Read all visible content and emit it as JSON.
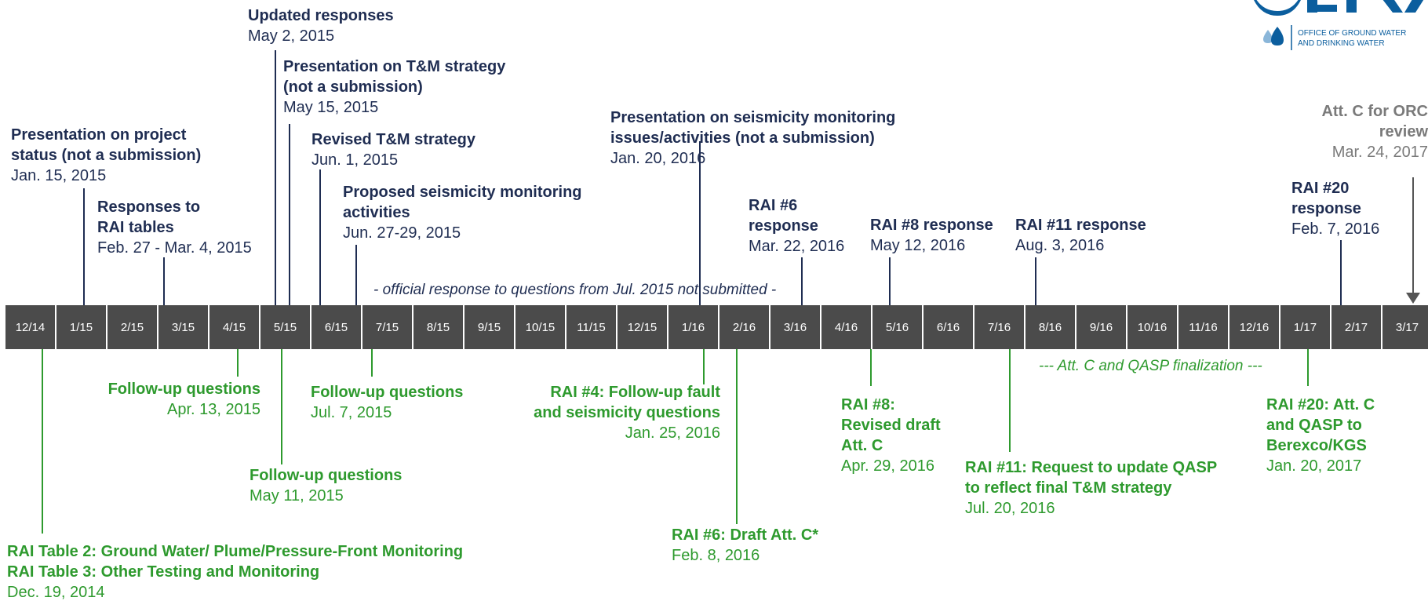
{
  "timeline": {
    "ticks": [
      "12/14",
      "1/15",
      "2/15",
      "3/15",
      "4/15",
      "5/15",
      "6/15",
      "7/15",
      "8/15",
      "9/15",
      "10/15",
      "11/15",
      "12/15",
      "1/16",
      "2/16",
      "3/16",
      "4/16",
      "5/16",
      "6/16",
      "7/16",
      "8/16",
      "9/16",
      "10/16",
      "11/16",
      "12/16",
      "1/17",
      "2/17",
      "3/17"
    ],
    "bar_color": "#4b4b4b",
    "tick_text_color": "#ffffff"
  },
  "colors": {
    "navy": "#1f2d52",
    "green": "#2e9a2e",
    "gray": "#7a7a7a",
    "connector_navy": "#1f2d52",
    "connector_green": "#2e9a2e",
    "connector_gray": "#555555"
  },
  "notes": {
    "above": "- official response to questions from Jul. 2015 not submitted -",
    "below": "--- Att. C and QASP finalization ---"
  },
  "logo": {
    "text_line1": "OFFICE OF GROUND WATER",
    "text_line2": "AND DRINKING WATER"
  },
  "above_events": [
    {
      "id": "ev-project-status",
      "title": [
        "Presentation on project",
        "status (not a submission)"
      ],
      "date": "Jan. 15, 2015"
    },
    {
      "id": "ev-responses-rai-tables",
      "title": [
        "Responses  to",
        "RAI tables"
      ],
      "date": "Feb. 27 - Mar. 4, 2015"
    },
    {
      "id": "ev-updated-responses",
      "title": [
        "Updated responses"
      ],
      "date": "May 2, 2015"
    },
    {
      "id": "ev-tm-presentation",
      "title": [
        "Presentation on T&M strategy",
        "(not a submission)"
      ],
      "date": "May 15, 2015"
    },
    {
      "id": "ev-revised-tm",
      "title": [
        "Revised  T&M strategy"
      ],
      "date": "Jun. 1, 2015"
    },
    {
      "id": "ev-proposed-seismicity",
      "title": [
        "Proposed seismicity  monitoring",
        "activities"
      ],
      "date": "Jun. 27-29, 2015"
    },
    {
      "id": "ev-seismicity-presentation",
      "title": [
        "Presentation  on seismicity monitoring",
        "issues/activities  (not a submission)"
      ],
      "date": "Jan. 20, 2016"
    },
    {
      "id": "ev-rai6-response",
      "title": [
        "RAI #6",
        "response"
      ],
      "date": "Mar. 22, 2016"
    },
    {
      "id": "ev-rai8-response",
      "title": [
        "RAI #8 response"
      ],
      "date": "May 12, 2016"
    },
    {
      "id": "ev-rai11-response",
      "title": [
        "RAI #11 response"
      ],
      "date": "Aug. 3, 2016"
    },
    {
      "id": "ev-rai20-response",
      "title": [
        "RAI #20",
        "response"
      ],
      "date": "Feb. 7, 2016"
    },
    {
      "id": "ev-att-c-orc",
      "title": [
        "Att. C for ORC",
        "review"
      ],
      "date": "Mar. 24, 2017"
    }
  ],
  "below_events": [
    {
      "id": "ev-rai-tables-2-3",
      "title": [
        "RAI Table 2: Ground Water/ Plume/Pressure-Front  Monitoring",
        "RAI Table 3: Other Testing and Monitoring"
      ],
      "date": "Dec. 19, 2014"
    },
    {
      "id": "ev-followup-apr",
      "title": [
        "Follow-up questions"
      ],
      "date": "Apr. 13, 2015"
    },
    {
      "id": "ev-followup-may",
      "title": [
        "Follow-up questions"
      ],
      "date": "May 11, 2015"
    },
    {
      "id": "ev-followup-jul",
      "title": [
        "Follow-up  questions"
      ],
      "date": "Jul. 7, 2015"
    },
    {
      "id": "ev-rai4",
      "title": [
        "RAI #4: Follow-up fault",
        "and seismicity  questions"
      ],
      "date": "Jan. 25, 2016"
    },
    {
      "id": "ev-rai6-draft",
      "title": [
        "RAI #6: Draft Att. C*"
      ],
      "date": "Feb. 8, 2016"
    },
    {
      "id": "ev-rai8-draft",
      "title": [
        "RAI #8:",
        "Revised  draft",
        "Att. C"
      ],
      "date": "Apr. 29, 2016"
    },
    {
      "id": "ev-rai11-request",
      "title": [
        "RAI #11: Request to update QASP",
        "to reflect final  T&M strategy"
      ],
      "date": "Jul. 20, 2016"
    },
    {
      "id": "ev-rai20-att-c",
      "title": [
        "RAI #20: Att. C",
        "and QASP to",
        "Berexco/KGS"
      ],
      "date": "Jan. 20, 2017"
    }
  ]
}
